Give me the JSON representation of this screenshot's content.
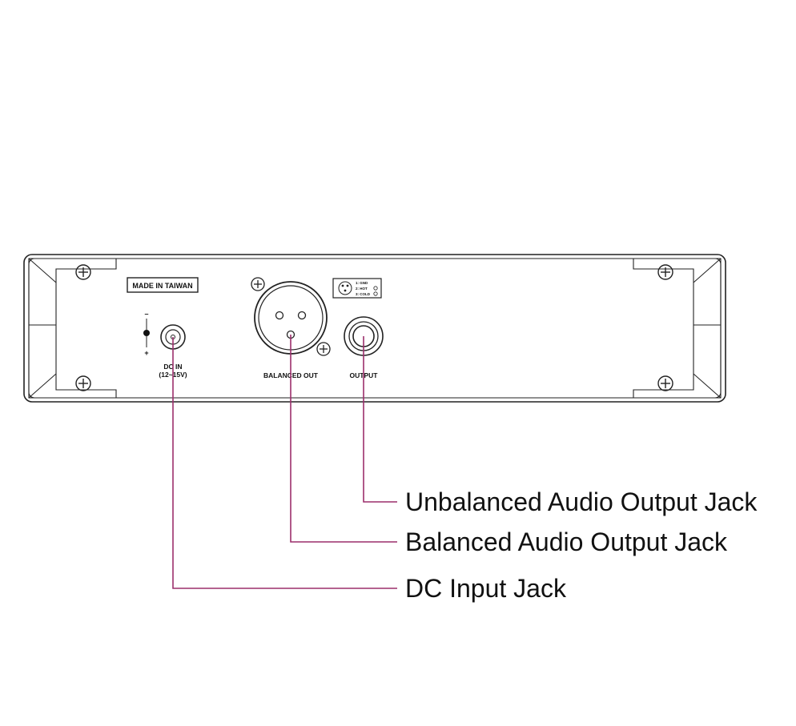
{
  "panel": {
    "made_in": "MADE IN TAIWAN",
    "dc_polarity_minus": "–",
    "dc_polarity_plus": "+",
    "dc_in_line1": "DC IN",
    "dc_in_line2": "(12~15V)",
    "balanced_out": "BALANCED OUT",
    "output": "OUTPUT",
    "xlr_pin1": "1: GND",
    "xlr_pin2": "2: HOT",
    "xlr_pin3": "3: COLD"
  },
  "callouts": {
    "unbalanced": "Unbalanced Audio Output Jack",
    "balanced": "Balanced Audio Output Jack",
    "dc_input": "DC Input Jack"
  },
  "colors": {
    "leader_line": "#9c2f6c",
    "outline": "#222222"
  }
}
